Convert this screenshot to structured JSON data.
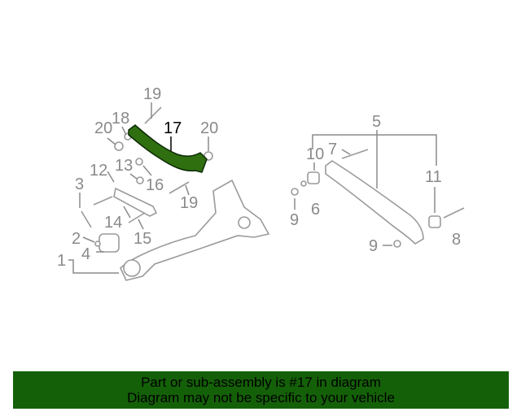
{
  "diagram": {
    "highlight_color": "#2f6f10",
    "callouts": {
      "c19a": "19",
      "c18": "18",
      "c20a": "20",
      "c17": "17",
      "c20b": "20",
      "c13": "13",
      "c12": "12",
      "c16": "16",
      "c3": "3",
      "c19b": "19",
      "c14": "14",
      "c15": "15",
      "c2": "2",
      "c4": "4",
      "c1": "1",
      "c5": "5",
      "c10": "10",
      "c7": "7",
      "c11": "11",
      "c9a": "9",
      "c6": "6",
      "c8": "8",
      "c9b": "9"
    }
  },
  "banner": {
    "line1": "Part or sub-assembly is #17 in diagram",
    "line2": "Diagram may not be specific to your vehicle",
    "color": "#146008"
  }
}
